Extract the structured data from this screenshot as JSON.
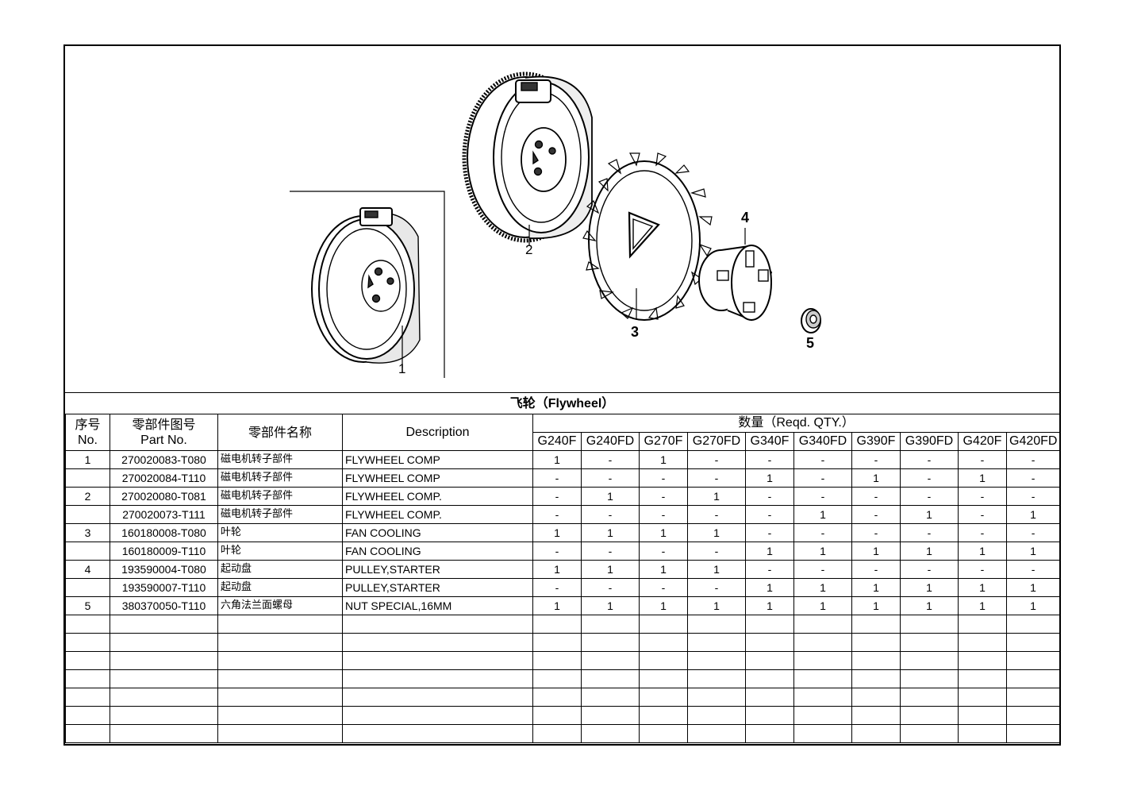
{
  "diagram": {
    "callouts": [
      "1",
      "2",
      "3",
      "4",
      "5"
    ]
  },
  "table": {
    "title": "飞轮（Flywheel）",
    "headers": {
      "no_cn": "序号",
      "no_en": "No.",
      "part_cn": "零部件图号",
      "part_en": "Part No.",
      "name_cn": "零部件名称",
      "description": "Description",
      "qty": "数量（Reqd. QTY.）",
      "models": [
        "G240F",
        "G240FD",
        "G270F",
        "G270FD",
        "G340F",
        "G340FD",
        "G390F",
        "G390FD",
        "G420F",
        "G420FD"
      ]
    },
    "rows": [
      {
        "no": "1",
        "part": "270020083-T080",
        "name": "磁电机转子部件",
        "desc": "FLYWHEEL COMP",
        "qty": [
          "1",
          "-",
          "1",
          "-",
          "-",
          "-",
          "-",
          "-",
          "-",
          "-"
        ]
      },
      {
        "no": "",
        "part": "270020084-T110",
        "name": "磁电机转子部件",
        "desc": "FLYWHEEL COMP",
        "qty": [
          "-",
          "-",
          "-",
          "-",
          "1",
          "-",
          "1",
          "-",
          "1",
          "-"
        ]
      },
      {
        "no": "2",
        "part": "270020080-T081",
        "name": "磁电机转子部件",
        "desc": "FLYWHEEL COMP.",
        "qty": [
          "-",
          "1",
          "-",
          "1",
          "-",
          "-",
          "-",
          "-",
          "-",
          "-"
        ]
      },
      {
        "no": "",
        "part": "270020073-T111",
        "name": "磁电机转子部件",
        "desc": "FLYWHEEL COMP.",
        "qty": [
          "-",
          "-",
          "-",
          "-",
          "-",
          "1",
          "-",
          "1",
          "-",
          "1"
        ]
      },
      {
        "no": "3",
        "part": "160180008-T080",
        "name": "叶轮",
        "desc": "FAN COOLING",
        "qty": [
          "1",
          "1",
          "1",
          "1",
          "-",
          "-",
          "-",
          "-",
          "-",
          "-"
        ]
      },
      {
        "no": "",
        "part": "160180009-T110",
        "name": "叶轮",
        "desc": "FAN COOLING",
        "qty": [
          "-",
          "-",
          "-",
          "-",
          "1",
          "1",
          "1",
          "1",
          "1",
          "1"
        ]
      },
      {
        "no": "4",
        "part": "193590004-T080",
        "name": "起动盘",
        "desc": "PULLEY,STARTER",
        "qty": [
          "1",
          "1",
          "1",
          "1",
          "-",
          "-",
          "-",
          "-",
          "-",
          "-"
        ]
      },
      {
        "no": "",
        "part": "193590007-T110",
        "name": "起动盘",
        "desc": "PULLEY,STARTER",
        "qty": [
          "-",
          "-",
          "-",
          "-",
          "1",
          "1",
          "1",
          "1",
          "1",
          "1"
        ]
      },
      {
        "no": "5",
        "part": "380370050-T110",
        "name": "六角法兰面螺母",
        "desc": "NUT SPECIAL,16MM",
        "qty": [
          "1",
          "1",
          "1",
          "1",
          "1",
          "1",
          "1",
          "1",
          "1",
          "1"
        ]
      },
      {
        "no": "",
        "part": "",
        "name": "",
        "desc": "",
        "qty": [
          "",
          "",
          "",
          "",
          "",
          "",
          "",
          "",
          "",
          ""
        ]
      },
      {
        "no": "",
        "part": "",
        "name": "",
        "desc": "",
        "qty": [
          "",
          "",
          "",
          "",
          "",
          "",
          "",
          "",
          "",
          ""
        ]
      },
      {
        "no": "",
        "part": "",
        "name": "",
        "desc": "",
        "qty": [
          "",
          "",
          "",
          "",
          "",
          "",
          "",
          "",
          "",
          ""
        ]
      },
      {
        "no": "",
        "part": "",
        "name": "",
        "desc": "",
        "qty": [
          "",
          "",
          "",
          "",
          "",
          "",
          "",
          "",
          "",
          ""
        ]
      },
      {
        "no": "",
        "part": "",
        "name": "",
        "desc": "",
        "qty": [
          "",
          "",
          "",
          "",
          "",
          "",
          "",
          "",
          "",
          ""
        ]
      },
      {
        "no": "",
        "part": "",
        "name": "",
        "desc": "",
        "qty": [
          "",
          "",
          "",
          "",
          "",
          "",
          "",
          "",
          "",
          ""
        ]
      },
      {
        "no": "",
        "part": "",
        "name": "",
        "desc": "",
        "qty": [
          "",
          "",
          "",
          "",
          "",
          "",
          "",
          "",
          "",
          ""
        ]
      }
    ]
  }
}
